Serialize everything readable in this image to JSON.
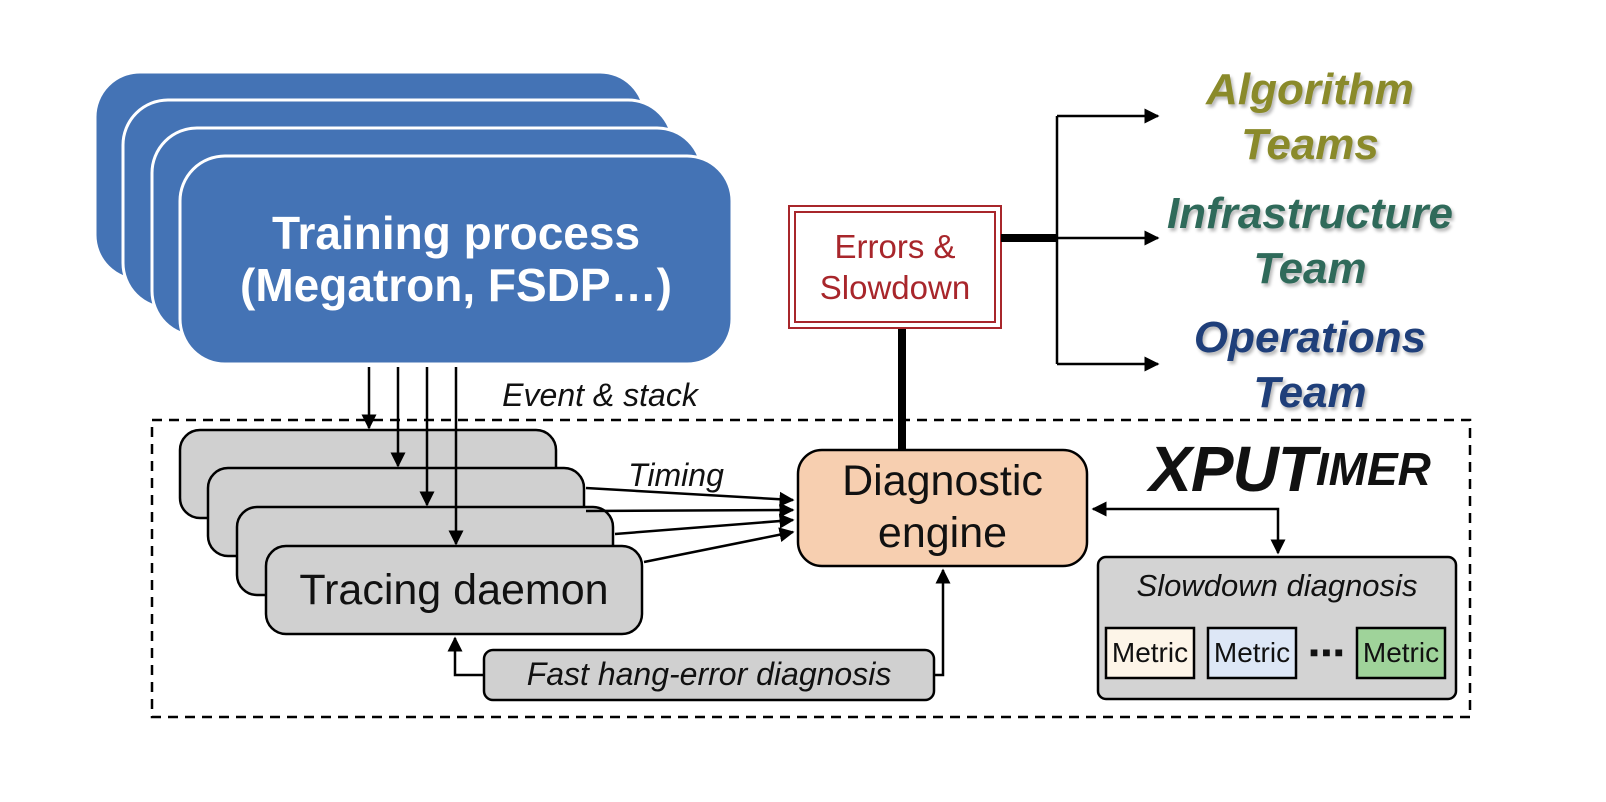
{
  "training": {
    "line1": "Training process",
    "line2": "(Megatron, FSDP…)"
  },
  "labels": {
    "event_stack": "Event & stack",
    "timing": "Timing"
  },
  "tracing": {
    "label": "Tracing daemon"
  },
  "diagnostic": {
    "line1": "Diagnostic",
    "line2": "engine"
  },
  "errors": {
    "line1": "Errors &",
    "line2": "Slowdown"
  },
  "fast_hang": {
    "label": "Fast hang-error diagnosis"
  },
  "system": {
    "name_big": "XPUT",
    "name_small": "IMER"
  },
  "slowdown": {
    "title": "Slowdown diagnosis",
    "metrics": [
      "Metric",
      "Metric",
      "Metric"
    ],
    "ellipsis": "■ ■ ■",
    "metric_colors": [
      "#fdf5e8",
      "#dde7f6",
      "#9fd39a"
    ]
  },
  "teams": [
    {
      "line1": "Algorithm",
      "line2": "Teams",
      "color": "#8a8a2a"
    },
    {
      "line1": "Infrastructure",
      "line2": "Team",
      "color": "#2f6a5a"
    },
    {
      "line1": "Operations",
      "line2": "Team",
      "color": "#1f3f7a"
    }
  ],
  "colors": {
    "training_fill": "#4473b5",
    "tracing_fill": "#d0d0d0",
    "diagnostic_fill": "#f7cfb0",
    "errors_border": "#a8262b",
    "panel_fill": "#d3d3d3"
  }
}
